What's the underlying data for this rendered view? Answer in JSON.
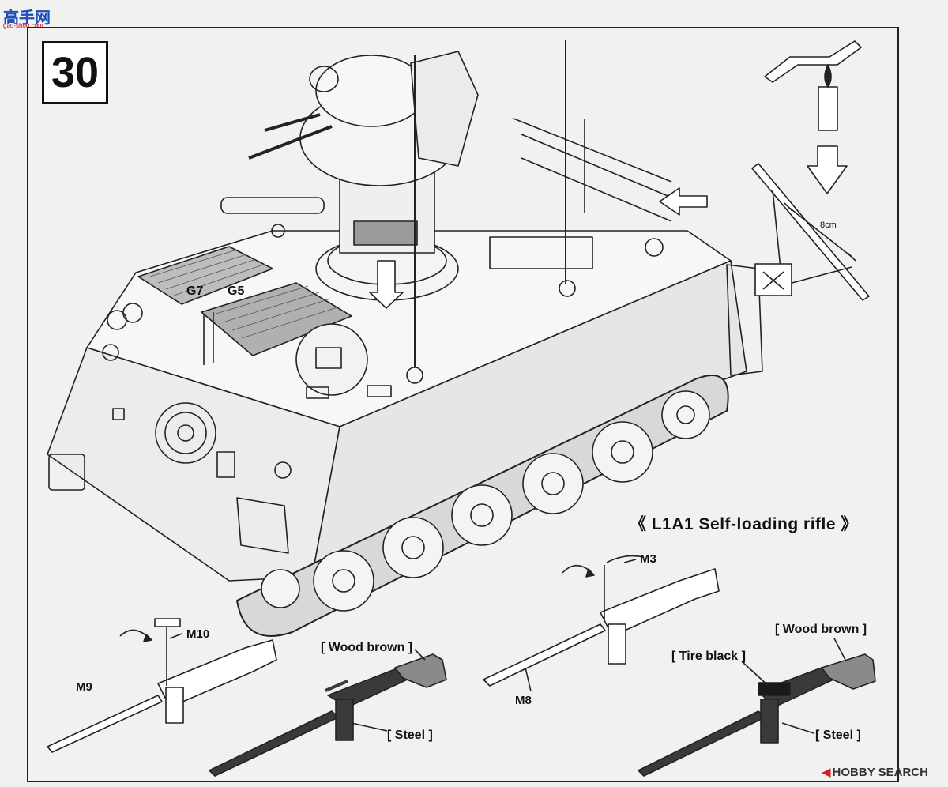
{
  "site_logo": {
    "name": "高手网",
    "sub": "gao-shou.com"
  },
  "step_number": "30",
  "vehicle_labels": {
    "g7": "G7",
    "g5": "G5"
  },
  "cutting_guide": {
    "length": "8cm"
  },
  "rifle_section": {
    "title": "《 L1A1 Self-loading rifle 》"
  },
  "part_labels": {
    "m10": "M10",
    "m9": "M9",
    "m3": "M3",
    "m8": "M8"
  },
  "paint_labels": {
    "wood_brown_left": "[ Wood brown ]",
    "steel_left": "[ Steel ]",
    "wood_brown_right": "[ Wood brown ]",
    "tire_black": "[ Tire black ]",
    "steel_right": "[ Steel ]"
  },
  "watermark": "HOBBY SEARCH",
  "colors": {
    "line": "#222222",
    "paper": "#f1f1ef",
    "gray_fill": "#8a8a8a",
    "dark_fill": "#3a3a3a"
  }
}
